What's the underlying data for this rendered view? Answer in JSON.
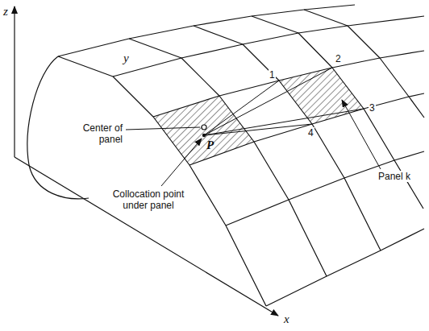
{
  "diagram": {
    "labels": [
      "z",
      "y",
      "x",
      "Center of panel",
      "Collocation point under panel",
      "P",
      "1",
      "2",
      "3",
      "4",
      "Panel k"
    ]
  }
}
